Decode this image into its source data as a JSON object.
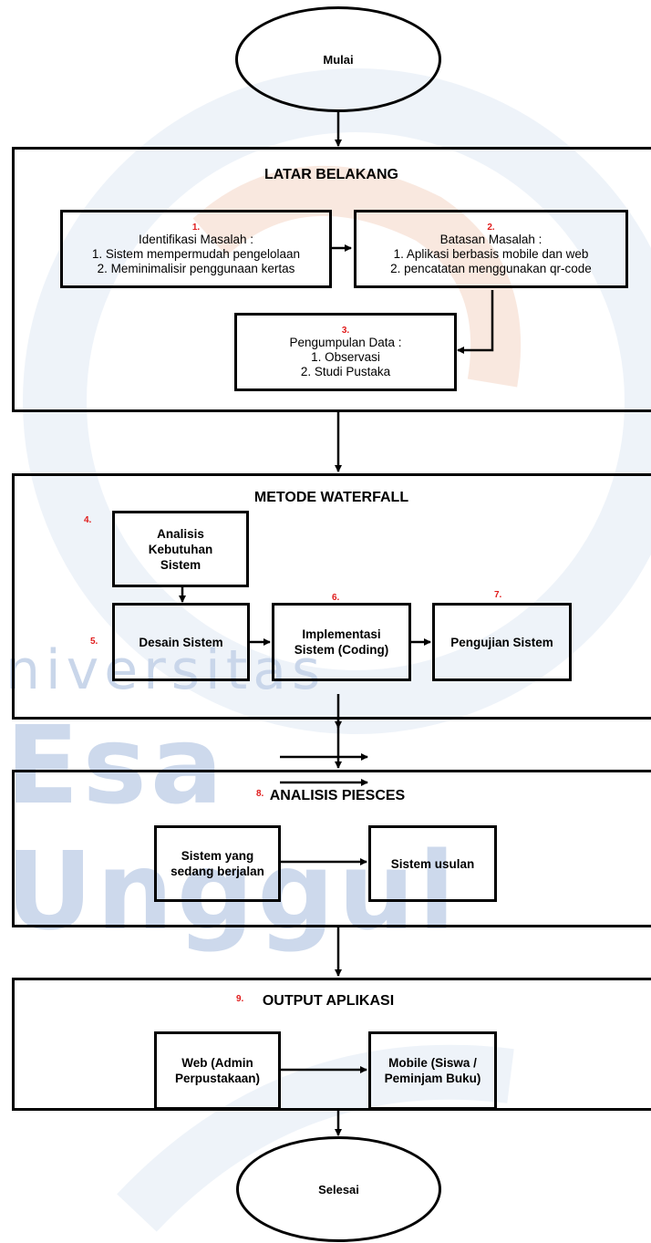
{
  "watermark": {
    "line1": "niversitas",
    "line2": "Esa Unggul",
    "color": "#3f6fb5"
  },
  "start": {
    "label": "Mulai"
  },
  "end": {
    "label": "Selesai"
  },
  "latar": {
    "title": "LATAR BELAKANG",
    "box1": {
      "num": "1.",
      "lines": [
        "Identifikasi Masalah :",
        "1. Sistem mempermudah pengelolaan",
        "2. Meminimalisir penggunaan kertas"
      ]
    },
    "box2": {
      "num": "2.",
      "lines": [
        "Batasan Masalah :",
        "1. Aplikasi berbasis mobile dan web",
        "2. pencatatan menggunakan qr-code"
      ]
    },
    "box3": {
      "num": "3.",
      "lines": [
        "Pengumpulan Data :",
        "1. Observasi",
        "2. Studi Pustaka"
      ]
    }
  },
  "waterfall": {
    "title": "METODE WATERFALL",
    "analisis": {
      "num": "4.",
      "lines": [
        "Analisis",
        "Kebutuhan",
        "Sistem"
      ]
    },
    "desain": {
      "num": "5.",
      "label": "Desain Sistem"
    },
    "implementasi": {
      "num": "6.",
      "lines": [
        "Implementasi",
        "Sistem (Coding)"
      ]
    },
    "pengujian": {
      "num": "7.",
      "label": "Pengujian Sistem"
    }
  },
  "piesces": {
    "num": "8.",
    "title": "ANALISIS PIESCES",
    "current": {
      "lines": [
        "Sistem yang",
        "sedang berjalan"
      ]
    },
    "proposed": {
      "label": "Sistem usulan"
    }
  },
  "output": {
    "num": "9.",
    "title": "OUTPUT APLIKASI",
    "web": {
      "lines": [
        "Web (Admin",
        "Perpustakaan)"
      ]
    },
    "mobile": {
      "lines": [
        "Mobile (Siswa /",
        "Peminjam Buku)"
      ]
    }
  }
}
